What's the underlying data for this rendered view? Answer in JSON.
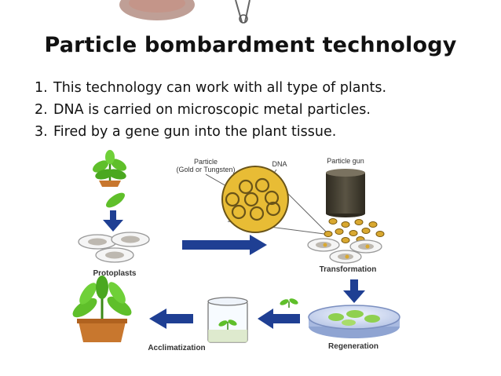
{
  "slide": {
    "title": "Particle bombardment technology",
    "bullets": [
      {
        "num": "1.",
        "text": "This technology can work with all type of plants."
      },
      {
        "num": "2.",
        "text": "DNA is carried on microscopic metal particles."
      },
      {
        "num": "3.",
        "text": "Fired by a gene gun into the plant tissue."
      }
    ]
  },
  "diagram": {
    "particle_label_line1": "Particle",
    "particle_label_line2": "(Gold or Tungsten)",
    "dna_label": "DNA",
    "gun_label": "Particle gun",
    "protoplasts_label": "Protoplasts",
    "transformation_label": "Transformation",
    "regeneration_label": "Regeneration",
    "acclimatization_label": "Acclimatization",
    "colors": {
      "arrow": "#1f3f93",
      "plant_green": "#5fbf2a",
      "leaf_dark": "#3b8a16",
      "pot": "#c8772e",
      "gold": "#d9a830",
      "gun": "#4a4535",
      "cell_gray": "#bdb8b0"
    }
  }
}
